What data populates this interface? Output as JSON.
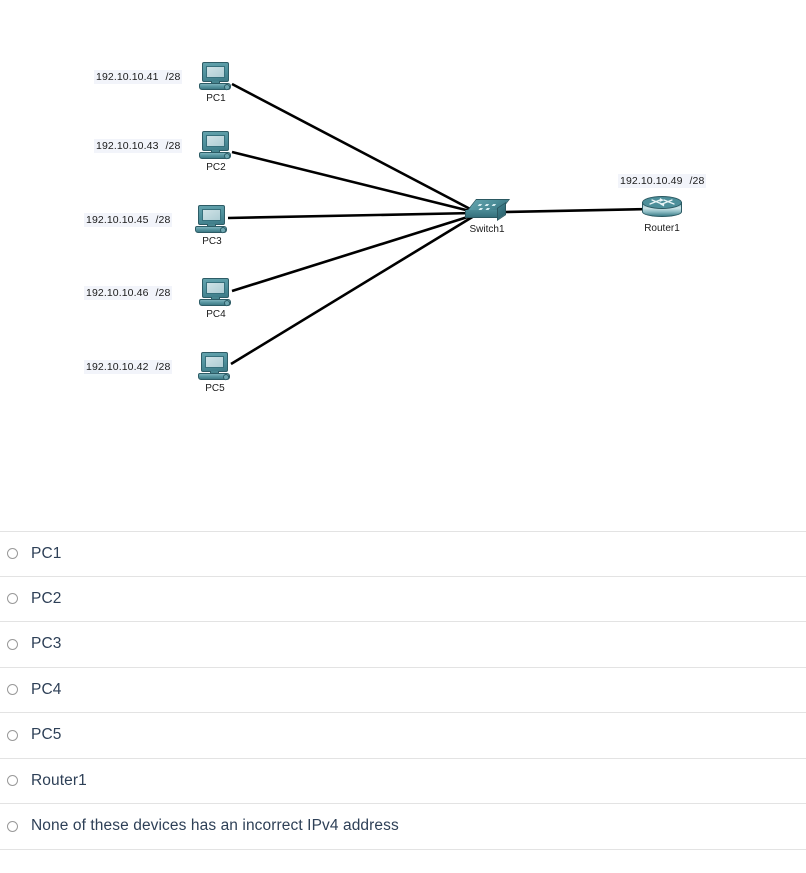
{
  "diagram": {
    "title": "network-topology",
    "link_color": "#000000",
    "device_color": "#4b8c97",
    "devices": [
      {
        "id": "pc1",
        "name": "PC1",
        "type": "pc",
        "ip": "192.10.10.41",
        "prefix": "/28"
      },
      {
        "id": "pc2",
        "name": "PC2",
        "type": "pc",
        "ip": "192.10.10.43",
        "prefix": "/28"
      },
      {
        "id": "pc3",
        "name": "PC3",
        "type": "pc",
        "ip": "192.10.10.45",
        "prefix": "/28"
      },
      {
        "id": "pc4",
        "name": "PC4",
        "type": "pc",
        "ip": "192.10.10.46",
        "prefix": "/28"
      },
      {
        "id": "pc5",
        "name": "PC5",
        "type": "pc",
        "ip": "192.10.10.42",
        "prefix": "/28"
      },
      {
        "id": "switch1",
        "name": "Switch1",
        "type": "switch",
        "ip": "",
        "prefix": ""
      },
      {
        "id": "router1",
        "name": "Router1",
        "type": "router",
        "ip": "192.10.10.49",
        "prefix": "/28"
      }
    ],
    "links": [
      {
        "from": "pc1",
        "to": "switch1"
      },
      {
        "from": "pc2",
        "to": "switch1"
      },
      {
        "from": "pc3",
        "to": "switch1"
      },
      {
        "from": "pc4",
        "to": "switch1"
      },
      {
        "from": "pc5",
        "to": "switch1"
      },
      {
        "from": "switch1",
        "to": "router1"
      }
    ]
  },
  "options": [
    {
      "label": "PC1",
      "selected": false
    },
    {
      "label": "PC2",
      "selected": false
    },
    {
      "label": "PC3",
      "selected": false
    },
    {
      "label": "PC4",
      "selected": false
    },
    {
      "label": "PC5",
      "selected": false
    },
    {
      "label": "Router1",
      "selected": false
    },
    {
      "label": "None of these devices has an incorrect IPv4 address",
      "selected": false
    }
  ]
}
